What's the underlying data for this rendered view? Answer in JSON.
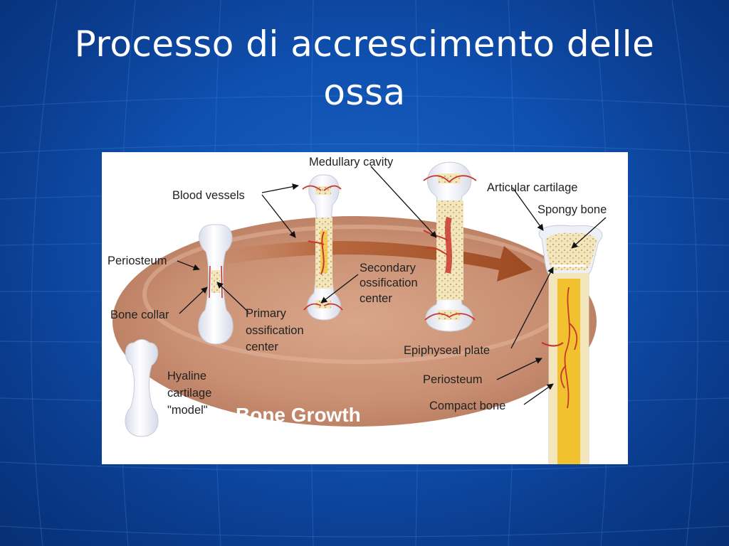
{
  "slide": {
    "title_line1": "Processo di accrescimento delle",
    "title_line2": "ossa"
  },
  "diagram": {
    "banner": "Bone Growth",
    "labels": {
      "medullary_cavity": "Medullary cavity",
      "blood_vessels": "Blood vessels",
      "articular_cartilage": "Articular cartilage",
      "spongy_bone": "Spongy bone",
      "periosteum_1": "Periosteum",
      "secondary_1": "Secondary",
      "secondary_2": "ossification",
      "secondary_3": "center",
      "bone_collar": "Bone collar",
      "primary_1": "Primary",
      "primary_2": "ossification",
      "primary_3": "center",
      "epiphyseal_plate": "Epiphyseal plate",
      "hyaline_1": "Hyaline",
      "hyaline_2": "cartilage",
      "hyaline_3": "\"model\"",
      "periosteum_2": "Periosteum",
      "compact_bone": "Compact bone"
    },
    "colors": {
      "ellipse": "#c98f72",
      "arrow": "#a4532c",
      "cartilage": "#eef0f7",
      "bone": "#f3e6bd",
      "vessel": "#c8372d",
      "marrow": "#f2c12e"
    }
  }
}
